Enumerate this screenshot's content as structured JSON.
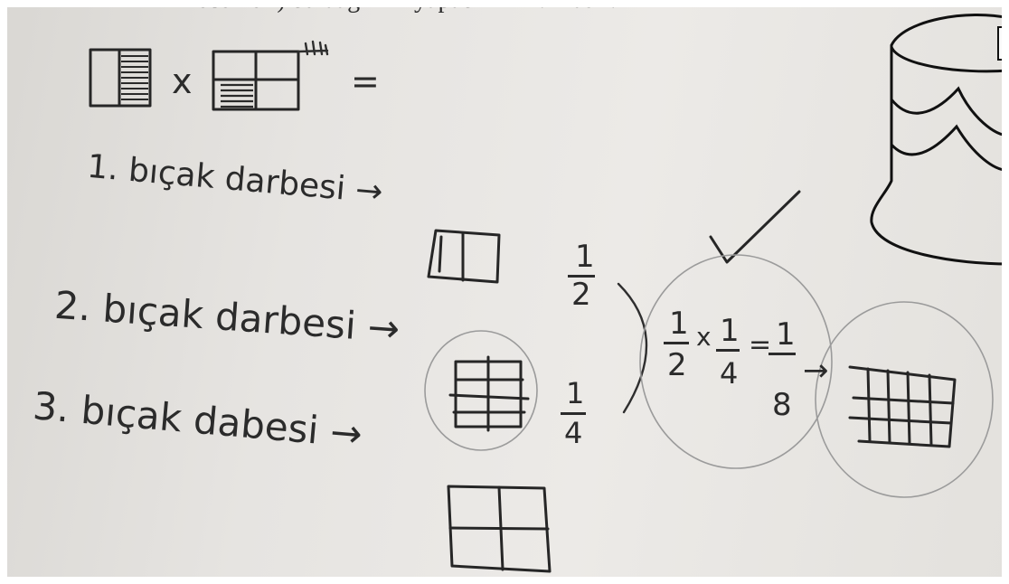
{
  "printed_question": "lecekleri) bu dağılımı yapabilir mi? Nasıl?",
  "equals_sign": "=",
  "times_sign": "x",
  "steps": [
    {
      "label": "1. bıçak darbesi →",
      "fraction_num": "1",
      "fraction_den": "2"
    },
    {
      "label": "2. bıçak darbesi →",
      "fraction_num": "1",
      "fraction_den": "4"
    },
    {
      "label": "3. bıçak dabesi →"
    }
  ],
  "equation": {
    "a_num": "1",
    "a_den": "2",
    "op": "x",
    "b_num": "1",
    "b_den": "4",
    "eq": "=",
    "c_num": "1",
    "c_den": "8",
    "arrow": "→"
  },
  "colors": {
    "ink": "#262626",
    "paper": "#e6e4e1"
  }
}
